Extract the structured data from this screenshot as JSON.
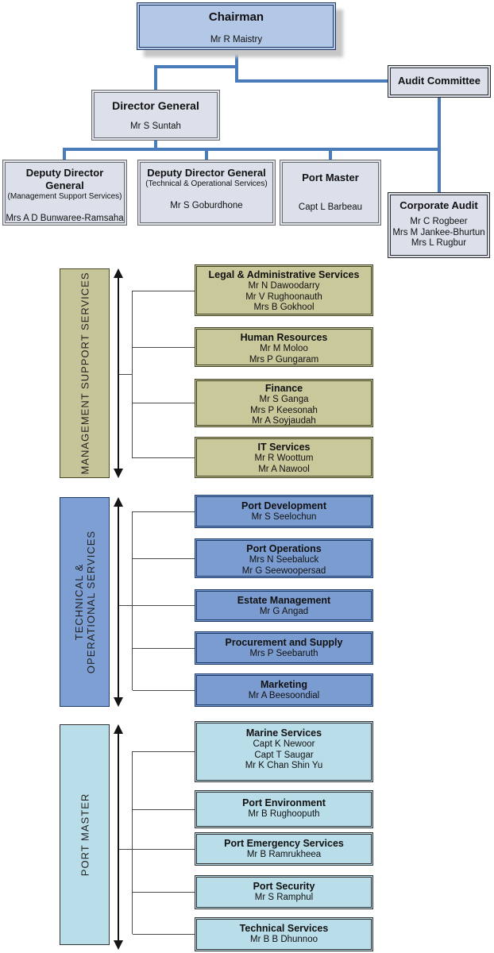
{
  "colors": {
    "connector_blue": "#4a7cba",
    "chairman_fill": "#b3c7e6",
    "light_fill": "#dbe0eb",
    "olive_fill": "#c9c89b",
    "blue_fill": "#7b9cd0",
    "cyan_fill": "#b9dde9"
  },
  "top": {
    "chairman": {
      "title": "Chairman",
      "name": "Mr R Maistry"
    },
    "audit_committee": {
      "title": "Audit Committee"
    },
    "director_general": {
      "title": "Director General",
      "name": "Mr S Suntah"
    },
    "deputy_mss": {
      "title": "Deputy Director General",
      "subtitle": "(Management Support Services)",
      "name": "Mrs A D Bunwaree-Ramsaha"
    },
    "deputy_tos": {
      "title": "Deputy Director General",
      "subtitle": "(Technical & Operational Services)",
      "name": "Mr S Goburdhone"
    },
    "port_master": {
      "title": "Port Master",
      "name": "Capt L Barbeau"
    },
    "corporate_audit": {
      "title": "Corporate Audit",
      "names": [
        "Mr C Rogbeer",
        "Mrs M Jankee-Bhurtun",
        "Mrs L Rugbur"
      ]
    }
  },
  "sections": [
    {
      "label_lines": [
        "MANAGEMENT SUPPORT SERVICES"
      ],
      "boxes": [
        {
          "title": "Legal & Administrative Services",
          "names": [
            "Mr N Dawoodarry",
            "Mr V Rughoonauth",
            "Mrs B Gokhool"
          ]
        },
        {
          "title": "Human Resources",
          "names": [
            "Mr M Moloo",
            "Mrs P Gungaram"
          ]
        },
        {
          "title": "Finance",
          "names": [
            "Mr S Ganga",
            "Mrs P Keesonah",
            "Mr A Soyjaudah"
          ]
        },
        {
          "title": "IT Services",
          "names": [
            "Mr R Woottum",
            "Mr A Nawool"
          ]
        }
      ]
    },
    {
      "label_lines": [
        "TECHNICAL &",
        "OPERATIONAL SERVICES"
      ],
      "boxes": [
        {
          "title": "Port Development",
          "names": [
            "Mr S Seelochun"
          ]
        },
        {
          "title": "Port Operations",
          "names": [
            "Mrs N Seebaluck",
            "Mr G Seewoopersad"
          ]
        },
        {
          "title": "Estate Management",
          "names": [
            "Mr G Angad"
          ]
        },
        {
          "title": "Procurement and Supply",
          "names": [
            "Mrs P Seebaruth"
          ]
        },
        {
          "title": "Marketing",
          "names": [
            "Mr A Beesoondial"
          ]
        }
      ]
    },
    {
      "label_lines": [
        "PORT MASTER"
      ],
      "boxes": [
        {
          "title": "Marine Services",
          "names": [
            "Capt K Newoor",
            "Capt T Saugar",
            "Mr K Chan Shin Yu"
          ]
        },
        {
          "title": "Port Environment",
          "names": [
            "Mr B Rughooputh"
          ]
        },
        {
          "title": "Port Emergency Services",
          "names": [
            "Mr B Ramrukheea"
          ]
        },
        {
          "title": "Port Security",
          "names": [
            "Mr S Ramphul"
          ]
        },
        {
          "title": "Technical Services",
          "names": [
            "Mr B B Dhunnoo"
          ]
        }
      ]
    }
  ]
}
